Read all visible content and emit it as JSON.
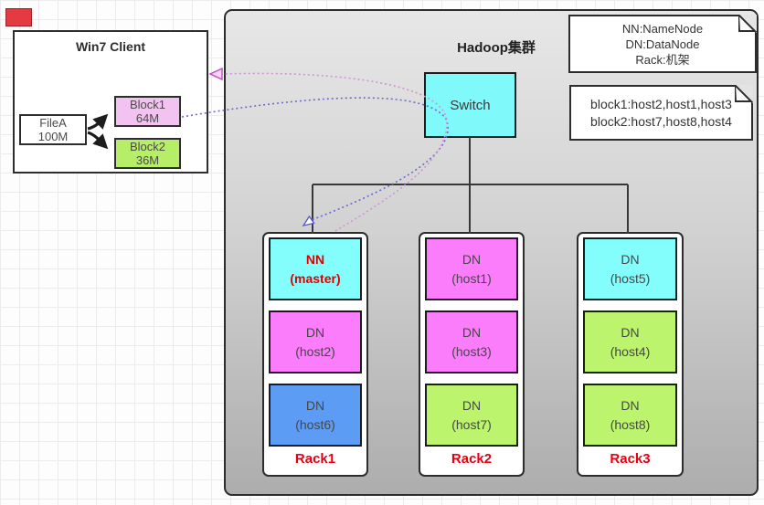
{
  "client": {
    "title": "Win7 Client",
    "file": {
      "line1": "FileA",
      "line2": "100M"
    },
    "blocks": [
      {
        "name": "Block1",
        "size": "64M",
        "color": "#f2c3f0"
      },
      {
        "name": "Block2",
        "size": "36M",
        "color": "#b7ee68"
      }
    ]
  },
  "cluster": {
    "title": "Hadoop集群",
    "switch_label": "Switch",
    "notes": [
      {
        "lines": [
          "NN:NameNode",
          "DN:DataNode",
          "Rack:机架"
        ]
      },
      {
        "lines": [
          "block1:host2,host1,host3",
          "block2:host7,host8,host4"
        ]
      }
    ],
    "racks": [
      {
        "label": "Rack1",
        "nodes": [
          {
            "line1": "NN",
            "line2": "(master)",
            "color": "#84fdfd"
          },
          {
            "line1": "DN",
            "line2": "(host2)",
            "color": "#fb7dfb"
          },
          {
            "line1": "DN",
            "line2": "(host6)",
            "color": "#5c9cf4"
          }
        ]
      },
      {
        "label": "Rack2",
        "nodes": [
          {
            "line1": "DN",
            "line2": "(host1)",
            "color": "#fb7dfb"
          },
          {
            "line1": "DN",
            "line2": "(host3)",
            "color": "#fb7dfb"
          },
          {
            "line1": "DN",
            "line2": "(host7)",
            "color": "#bdf46e"
          }
        ]
      },
      {
        "label": "Rack3",
        "nodes": [
          {
            "line1": "DN",
            "line2": "(host5)",
            "color": "#84fdfd"
          },
          {
            "line1": "DN",
            "line2": "(host4)",
            "color": "#bdf46e"
          },
          {
            "line1": "DN",
            "line2": "(host8)",
            "color": "#bdf46e"
          }
        ]
      }
    ]
  },
  "colors": {
    "nn_text_red": "#e00000",
    "rack_label_red": "#e60012",
    "connector_dark": "#383838",
    "dotted_blue": "#6a6ace",
    "dotted_pink": "#d193d1",
    "cyan": "#84fdfd",
    "magenta": "#fb7dfb",
    "green": "#bdf46e",
    "blue": "#5c9cf4"
  }
}
